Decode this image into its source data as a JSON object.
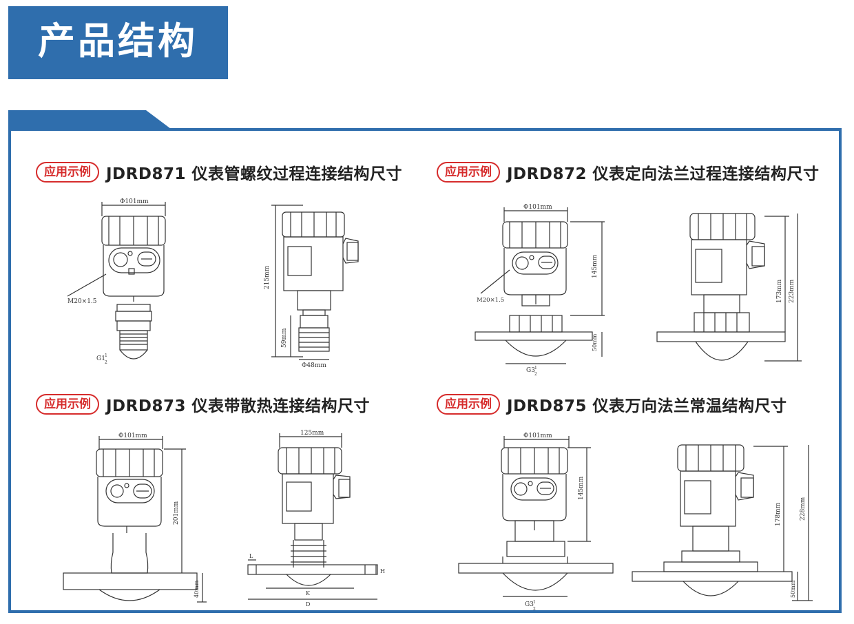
{
  "header": {
    "title": "产品结构"
  },
  "sections": [
    {
      "badge": "应用示例",
      "title": "JDRD871 仪表管螺纹过程连接结构尺寸",
      "front": {
        "dia": "Φ101mm",
        "thread_note": "M20×1.5",
        "conn_prefix": "G1",
        "frac_num": "1",
        "frac_den": "2"
      },
      "side": {
        "height": "215mm",
        "lower": "59mm",
        "dia2": "Φ48mm"
      }
    },
    {
      "badge": "应用示例",
      "title": "JDRD872 仪表定向法兰过程连接结构尺寸",
      "front": {
        "dia": "Φ101mm",
        "height": "145mm",
        "thread_note": "M20×1.5",
        "lower": "50mm",
        "conn_prefix": "G3",
        "frac_num": "1",
        "frac_den": "2"
      },
      "side": {
        "h1": "173mm",
        "h2": "223mm"
      }
    },
    {
      "badge": "应用示例",
      "title": "JDRD873 仪表带散热连接结构尺寸",
      "front": {
        "dia": "Φ101mm",
        "height": "201mm",
        "lower": "40mm"
      },
      "side": {
        "width": "125mm",
        "L": "L",
        "H": "H",
        "K": "K",
        "D": "D"
      }
    },
    {
      "badge": "应用示例",
      "title": "JDRD875 仪表万向法兰常温结构尺寸",
      "front": {
        "dia": "Φ101mm",
        "height": "145mm",
        "conn_prefix": "G3",
        "frac_num": "1",
        "frac_den": "2"
      },
      "side": {
        "h1": "178mm",
        "h2": "228mm",
        "lower": "50mm"
      }
    }
  ]
}
